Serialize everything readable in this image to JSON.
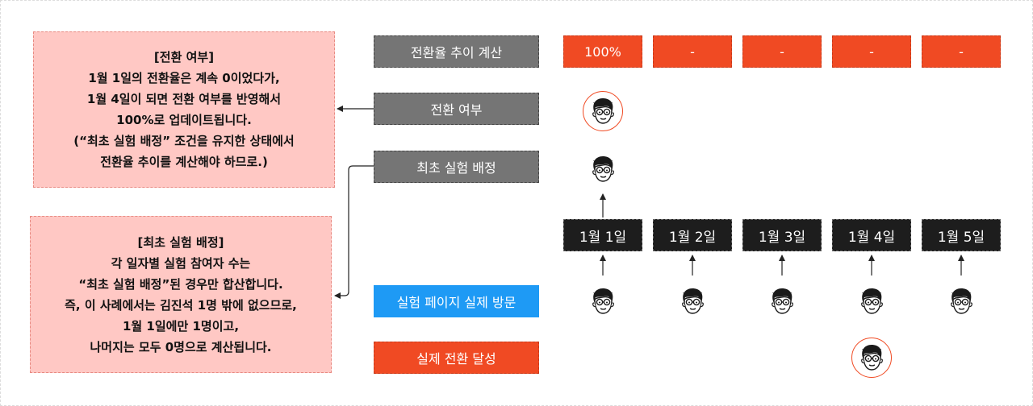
{
  "notes": {
    "conversion": {
      "title": "[전환 여부]",
      "lines": [
        "1월 1일의 전환율은 계속 0이었다가,",
        "1월 4일이 되면 전환 여부를 반영해서",
        "100%로 업데이트됩니다.",
        "(“최초 실험 배정” 조건을 유지한 상태에서",
        "전환율 추이를 계산해야 하므로.)"
      ]
    },
    "assignment": {
      "title": "[최초 실험 배정]",
      "lines": [
        "각 일자별 실험 참여자 수는",
        "“최초 실험 배정”된 경우만 합산합니다.",
        "즉, 이 사례에서는 김진석 1명 밖에 없으므로,",
        "1월 1일에만 1명이고,",
        "나머지는 모두 0명으로 계산됩니다."
      ]
    }
  },
  "labels": {
    "rate_trend": "전환율 추이 계산",
    "conversion": "전환 여부",
    "first_assignment": "최초 실험 배정",
    "visit": "실험 페이지 실제 방문",
    "achieved": "실제 전환 달성"
  },
  "rates": [
    "100%",
    "-",
    "-",
    "-",
    "-"
  ],
  "days": [
    "1월 1일",
    "1월 2일",
    "1월 3일",
    "1월 4일",
    "1월 5일"
  ],
  "icons": {
    "person": "person-face-icon"
  },
  "colors": {
    "accent_orange": "#f04a23",
    "accent_blue": "#1e9af5",
    "label_gray": "#757575",
    "day_dark": "#1d1d1d",
    "note_pink": "#ffc8c4"
  }
}
